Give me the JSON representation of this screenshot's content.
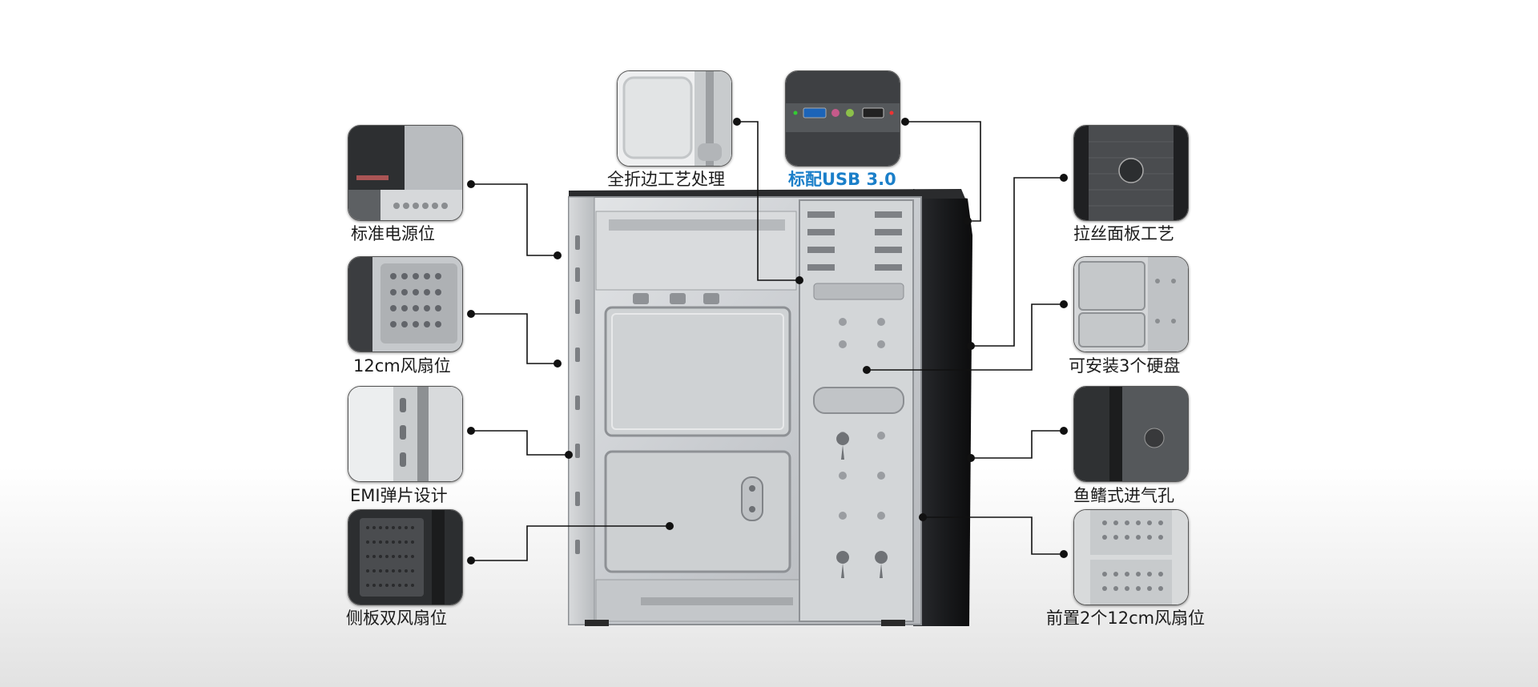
{
  "features": {
    "full_fold_edge": "全折边工艺处理",
    "usb3": "标配USB 3.0",
    "psu_position": "标准电源位",
    "fan_12cm": "12cm风扇位",
    "emi_spring": "EMI弹片设计",
    "side_dual_fan": "侧板双风扇位",
    "brushed_panel": "拉丝面板工艺",
    "three_hdd": "可安装3个硬盘",
    "louver_vent": "鱼鳍式进气孔",
    "front_dual_fan": "前置2个12cm风扇位"
  },
  "colors": {
    "accent_blue": "#1b7fc9",
    "caption_text": "#1c1c1c",
    "leader_line": "#111111"
  }
}
